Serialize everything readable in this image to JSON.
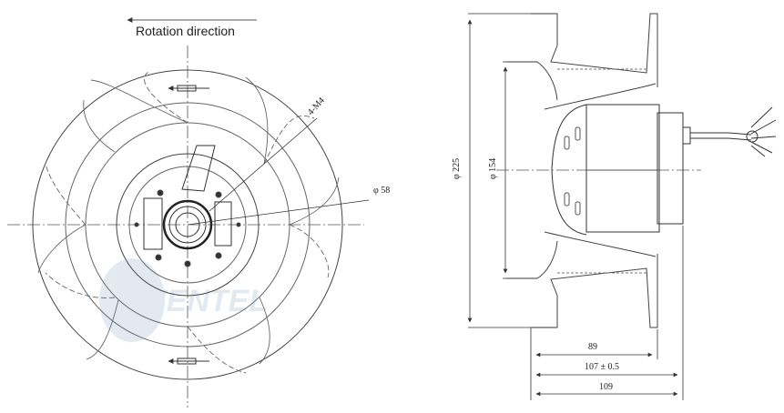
{
  "diagram": {
    "caption": "Rotation direction",
    "front_view": {
      "hole_callout": "4-M4",
      "hub_diameter": "φ 58"
    },
    "side_view": {
      "outer_diameter": "φ 225",
      "inlet_diameter": "φ 154",
      "dim_89": "89",
      "dim_107": "107 ± 0.5",
      "dim_109": "109"
    }
  }
}
